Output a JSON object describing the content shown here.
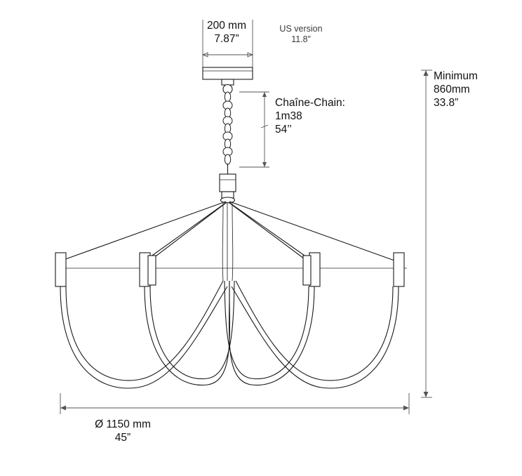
{
  "diagram": {
    "title": "Chandelier dimension drawing",
    "line_color": "#1a1a1a",
    "dim_color": "#555555"
  },
  "labels": {
    "top_width": {
      "line1": "200 mm",
      "line2": "7.87”"
    },
    "us_version": {
      "line1": "US version",
      "line2": "11.8”"
    },
    "chain": {
      "line1": "Chaîne-Chain:",
      "line2": "1m38",
      "line3": "54’’"
    },
    "minimum": {
      "line1": "Minimum",
      "line2": "860mm",
      "line3": "33.8”"
    },
    "diameter": {
      "line1": "Ø 1150 mm",
      "line2": "45”"
    }
  }
}
